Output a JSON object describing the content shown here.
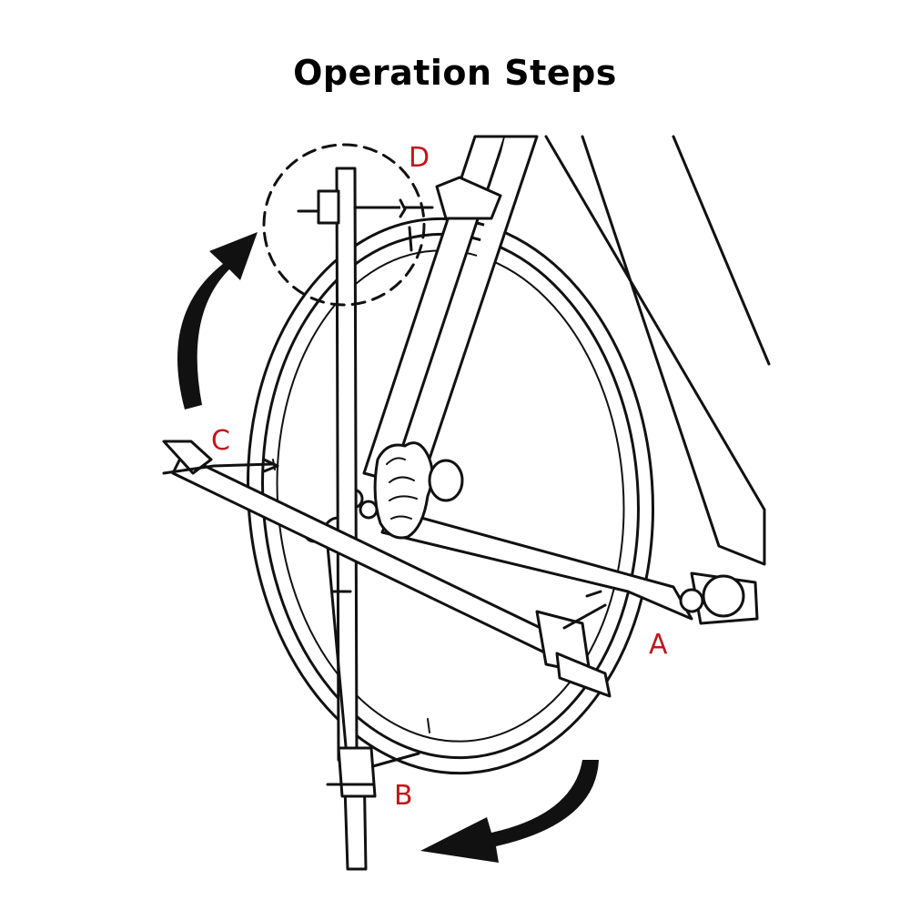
{
  "title": "Operation Steps",
  "labels": {
    "a": "A",
    "b": "B",
    "c": "C",
    "d": "D"
  },
  "colors": {
    "line": "#111111",
    "label": "#c0171c",
    "background": "#ffffff"
  }
}
